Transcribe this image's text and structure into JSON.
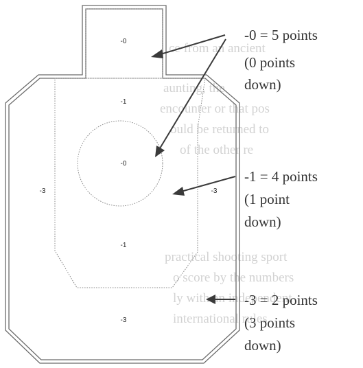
{
  "background_text_lines": [
    "ce from an ancient",
    "aunting, the",
    "encounter or that pos",
    "ould be returned to",
    "of the other re",
    "practical shooting sport",
    "o score by the numbers",
    "ly with an independent",
    "international rules."
  ],
  "zone_labels": {
    "head": "-0",
    "upper_a": "-1",
    "a_zone": "-0",
    "outer_left": "-3",
    "outer_right": "-3",
    "lower_c": "-1",
    "bottom_d": "-3"
  },
  "legend": [
    {
      "lines": [
        "-0 = 5 points",
        "(0 points",
        "down)"
      ]
    },
    {
      "lines": [
        "-1 = 4 points",
        "(1 point",
        "down)"
      ]
    },
    {
      "lines": [
        "-3 = 2 points",
        "(3 points",
        "down)"
      ]
    }
  ],
  "colors": {
    "outline": "#6a6a6a",
    "dotted": "#8a8a8a",
    "arrow": "#3a3a3a",
    "legend_text": "#333333",
    "background_text": "#d2d2d2"
  }
}
